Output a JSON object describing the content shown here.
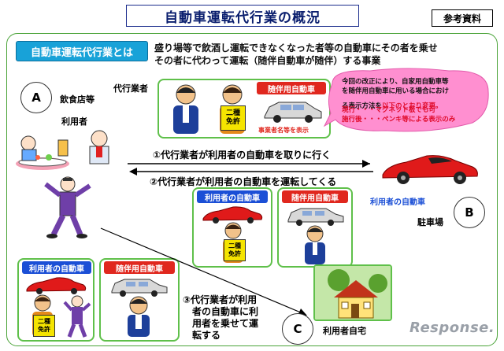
{
  "title": "自動車運転代行業の概況",
  "reference_label": "参考資料",
  "definition": {
    "label": "自動車運転代行業とは",
    "line1": "盛り場等で飲酒し運転できなくなった者等の自動車にその者を乗せ",
    "line2": "その者に代わって運転（随伴自動車が随伴）する事業"
  },
  "locations": {
    "a": {
      "letter": "A",
      "label": "飲食店等"
    },
    "b": {
      "letter": "B",
      "label": "駐車場"
    },
    "c": {
      "letter": "C",
      "label": "利用者自宅"
    }
  },
  "actors": {
    "operator": "代行業者",
    "user": "利用者"
  },
  "tags": {
    "escort_car": "随伴用自動車",
    "user_car": "利用者の自動車",
    "license": "二種\n免許",
    "operator_name_display": "事業者名等を表示"
  },
  "callout": {
    "line1": "今回の改正により、自家用自動車等",
    "line2": "を随伴用自動車に用いる場合におけ",
    "line3_prefix": "る表示方法を",
    "line3_highlight": "以下のとおり変更。",
    "line4": "現行・・・マグネット板でも可",
    "line5": "施行後・・・ペンキ等による表示のみ"
  },
  "steps": {
    "step1": "①代行業者が利用者の自動車を取りに行く",
    "step2": "②代行業者が利用者の自動車を運転してくる",
    "step3_line1": "③代行業者が利用",
    "step3_line2": "者の自動車に利",
    "step3_line3": "用者を乗せて運",
    "step3_line4": "転する"
  },
  "watermark": "Response.",
  "colors": {
    "title_text": "#0a1e6e",
    "frame_green": "#4aa338",
    "panel_green": "#5fc04a",
    "label_cyan": "#18a2d8",
    "tag_blue": "#1b4fd6",
    "tag_red": "#e0271e",
    "callout_pink": "#ff8fd0",
    "license_yellow": "#f5e400",
    "car_red": "#e01a1a"
  }
}
